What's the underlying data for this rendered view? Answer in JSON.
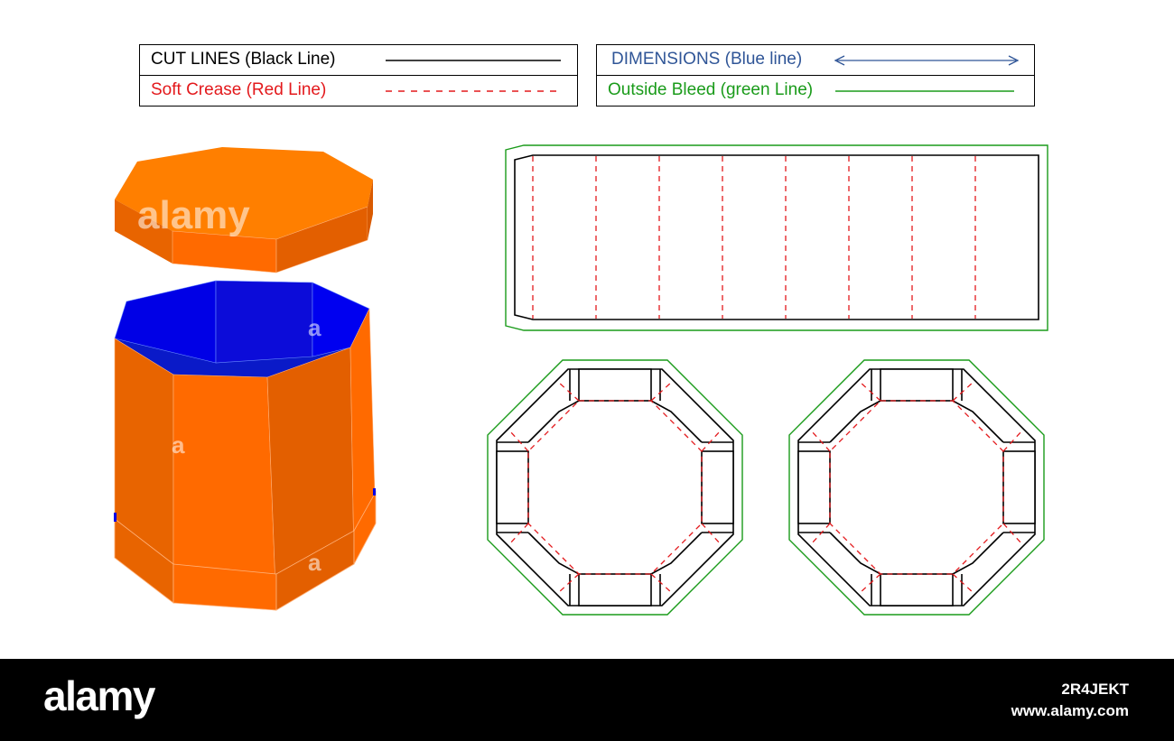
{
  "legend": {
    "cut_lines": {
      "label": "CUT LINES (Black Line)",
      "color": "#000000"
    },
    "soft_crease": {
      "label": "Soft Crease (Red Line)",
      "color": "#e3191c"
    },
    "dimensions": {
      "label": "DIMENSIONS (Blue line)",
      "color": "#2f5597"
    },
    "outside_bleed": {
      "label": "Outside Bleed (green Line)",
      "color": "#1a9b1a"
    }
  },
  "box_colors": {
    "orange": "#ff6a00",
    "orange_dark": "#e35f00",
    "orange_light": "#ff7f00",
    "blue_inner": "#0000e6",
    "blue_inner_dark": "#0a1ac8"
  },
  "watermark": {
    "text": "alamy",
    "letter": "a"
  },
  "footer": {
    "brand": "alamy",
    "image_id": "2R4JEKT",
    "url": "www.alamy.com"
  }
}
